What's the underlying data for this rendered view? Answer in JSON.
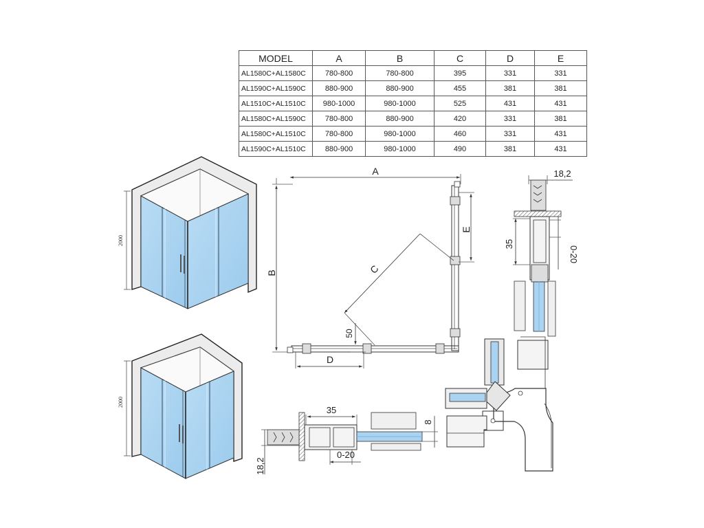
{
  "table": {
    "headers": [
      "MODEL",
      "A",
      "B",
      "C",
      "D",
      "E"
    ],
    "rows": [
      [
        "AL1580C+AL1580C",
        "780-800",
        "780-800",
        "395",
        "331",
        "331"
      ],
      [
        "AL1590C+AL1590C",
        "880-900",
        "880-900",
        "455",
        "381",
        "381"
      ],
      [
        "AL1510C+AL1510C",
        "980-1000",
        "980-1000",
        "525",
        "431",
        "431"
      ],
      [
        "AL1580C+AL1590C",
        "780-800",
        "880-900",
        "420",
        "331",
        "381"
      ],
      [
        "AL1580C+AL1510C",
        "780-800",
        "980-1000",
        "460",
        "331",
        "431"
      ],
      [
        "AL1590C+AL1510C",
        "880-900",
        "980-1000",
        "490",
        "381",
        "431"
      ]
    ]
  },
  "iso_views": [
    {
      "height_label": "2000"
    },
    {
      "height_label": "2000"
    }
  ],
  "plan": {
    "label_a": "A",
    "label_b": "B",
    "label_c": "C",
    "label_d": "D",
    "label_e": "E",
    "label_50": "50"
  },
  "detail_right": {
    "top_dim": "18,2",
    "side_dim": "35",
    "gap_dim": "0-20"
  },
  "detail_bottom": {
    "top_dim": "35",
    "side_dim": "18,2",
    "gap_dim": "0-20",
    "glass_dim": "8"
  },
  "colors": {
    "glass": "#a9d3f0",
    "glass_light": "#cfe6f8",
    "frame": "#333333",
    "wall": "#e8e8e8"
  }
}
